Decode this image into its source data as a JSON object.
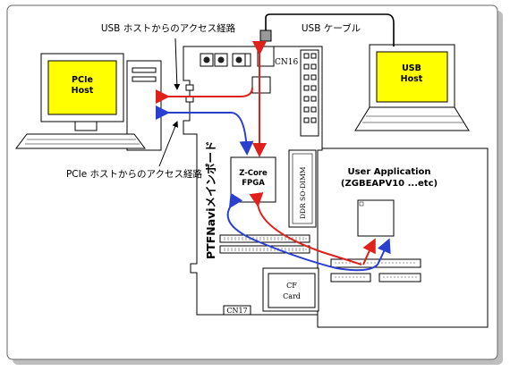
{
  "labels": {
    "usb_path": "USB ホストからのアクセス経路",
    "usb_cable": "USB ケーブル",
    "pcie_path": "PCIe ホストからのアクセス経路",
    "pcie_host": [
      "PCIe",
      "Host"
    ],
    "usb_host": [
      "USB",
      "Host"
    ],
    "fpga": [
      "Z-Core",
      "FPGA"
    ],
    "ddr": "DDR SO-DIMM",
    "board_name": "PTFNaviメインボード",
    "cn16": "CN16",
    "cn17": "CN17",
    "cf_card": [
      "CF",
      "Card"
    ],
    "user_app": [
      "User Application",
      "(ZGBEAPV10 ...etc)"
    ]
  },
  "colors": {
    "usb_path": "#e0201a",
    "pcie_path": "#2a3fd0",
    "screen": "#ffff00"
  }
}
